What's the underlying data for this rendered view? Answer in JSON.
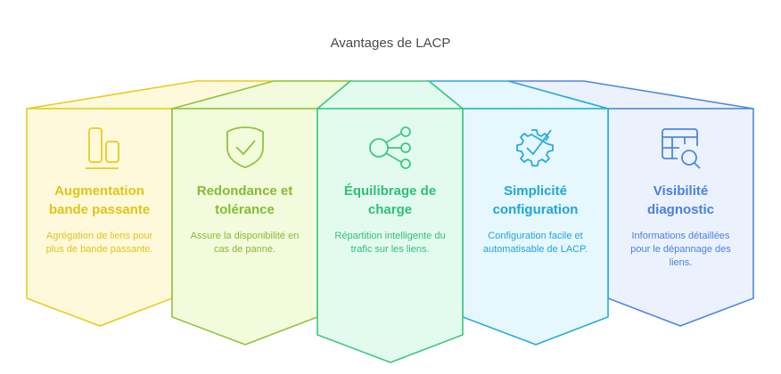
{
  "title": "Avantages de LACP",
  "colors": {
    "yellow": {
      "stroke": "#e6cc1f",
      "fill": "#fff9dc",
      "text": "#e0c41a"
    },
    "green": {
      "stroke": "#8fc43b",
      "fill": "#f2fbdc",
      "text": "#86bb32"
    },
    "teal": {
      "stroke": "#3cc87f",
      "fill": "#e3fbef",
      "text": "#2fbf75"
    },
    "cyan": {
      "stroke": "#26acd9",
      "fill": "#e6f7fd",
      "text": "#1fa6d6"
    },
    "blue": {
      "stroke": "#4f86e0",
      "fill": "#ebf2fe",
      "text": "#4a80dc"
    }
  },
  "cards": [
    {
      "icon": "bar-chart-icon",
      "title": "Augmentation bande passante",
      "desc": "Agrégation de liens pour plus de bande passante."
    },
    {
      "icon": "shield-check-icon",
      "title": "Redondance et tolérance",
      "desc": "Assure la disponibilité en cas de panne."
    },
    {
      "icon": "share-nodes-icon",
      "title": "Équilibrage de charge",
      "desc": "Répartition intelligente du trafic sur les liens."
    },
    {
      "icon": "gear-check-icon",
      "title": "Simplicité configuration",
      "desc": "Configuration facile et automatisable de LACP."
    },
    {
      "icon": "table-search-icon",
      "title": "Visibilité diagnostic",
      "desc": "Informations détaillées pour le dépannage des liens."
    }
  ]
}
